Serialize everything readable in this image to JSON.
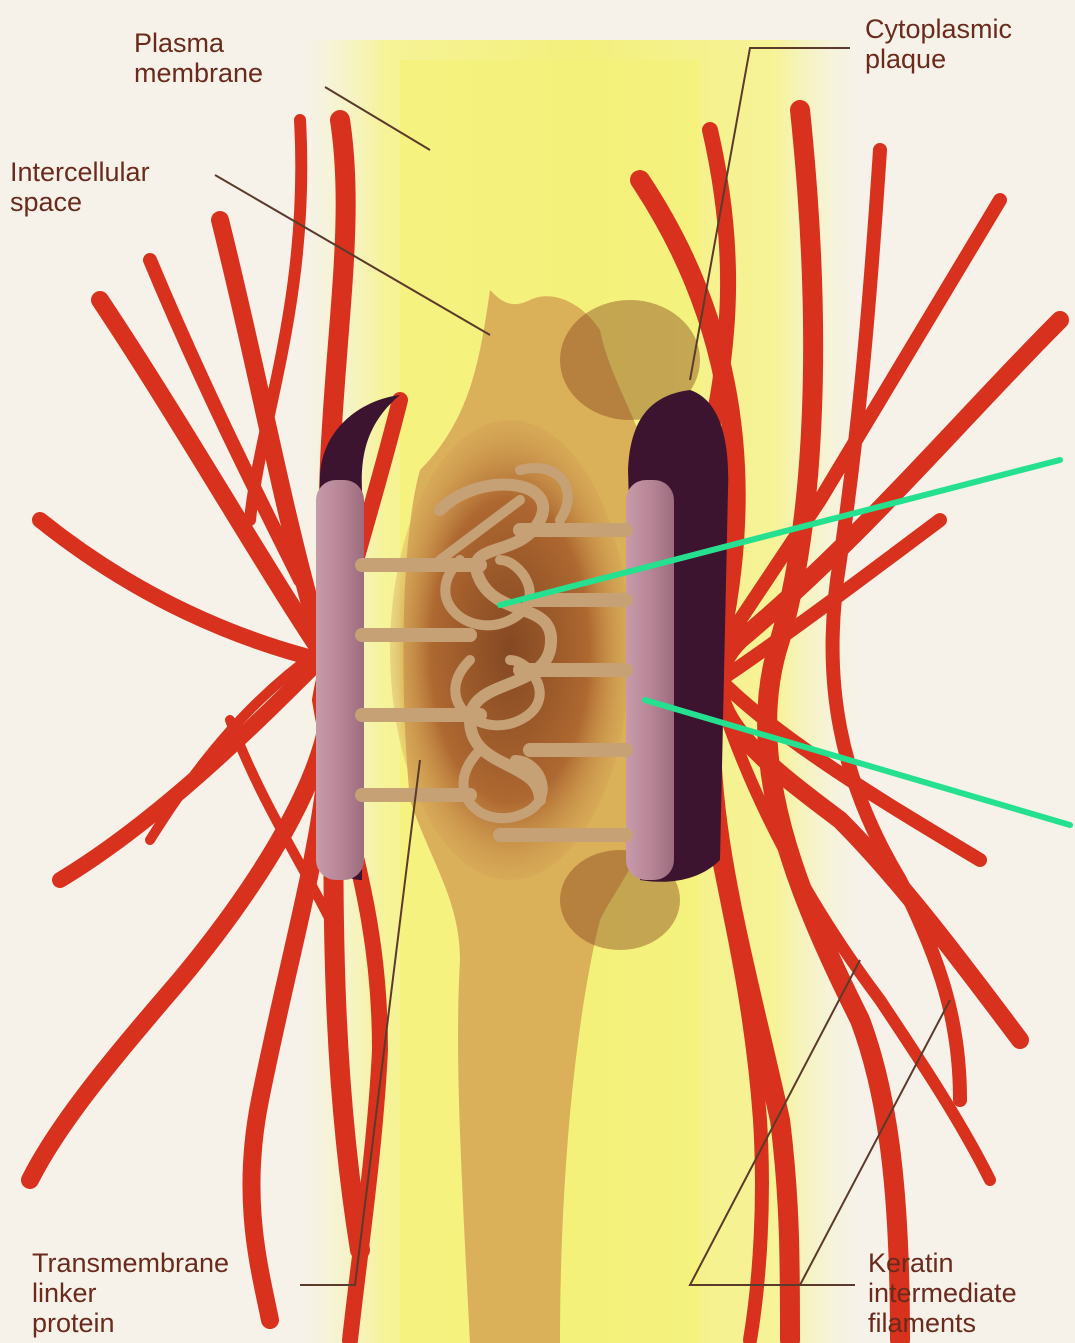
{
  "labels": {
    "plasma_membrane": [
      "Plasma",
      "membrane"
    ],
    "intercellular_space": [
      "Intercellular",
      "space"
    ],
    "cytoplasmic_plaque": [
      "Cytoplasmic",
      "plaque"
    ],
    "transmembrane_linker_protein": [
      "Transmembrane",
      "linker",
      "protein"
    ],
    "keratin_intermediate_filaments": [
      "Keratin",
      "intermediate",
      "filaments"
    ]
  },
  "colors": {
    "background": "#f6f2ea",
    "intercellular_yellow": "#f7f59a",
    "filament_red": "#d8321e",
    "plaque_dark": "#3c1430",
    "plaque_pink": "#b88696",
    "linker_tan": "#c7a176",
    "pointer_green": "#25e08e",
    "label_text": "#6a2a1c",
    "leader_line": "#5a3a2a"
  }
}
